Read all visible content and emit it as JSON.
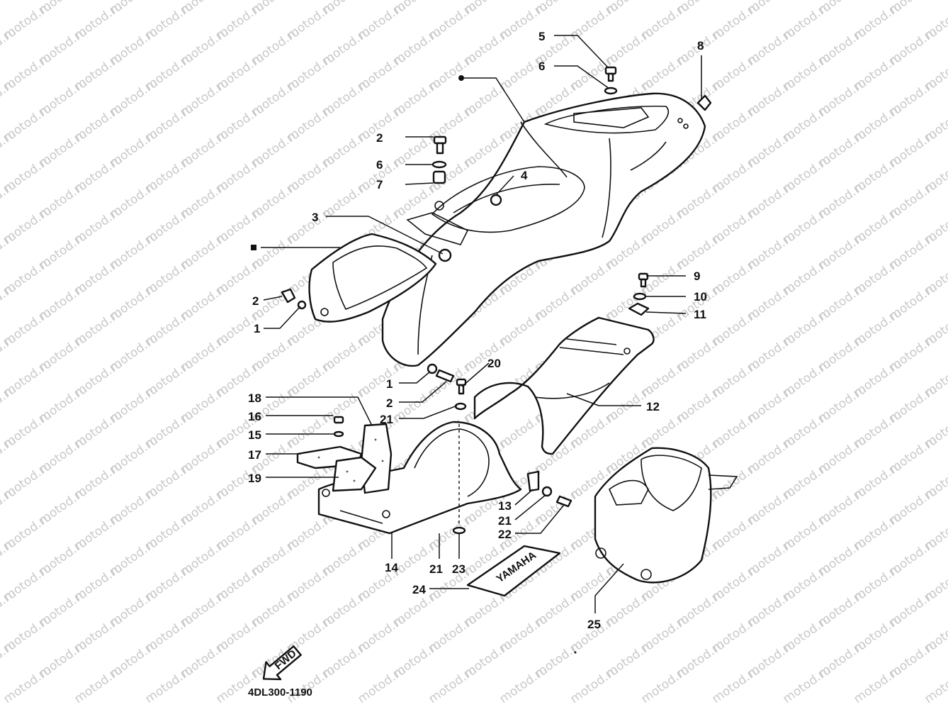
{
  "watermark": "motod.ru",
  "diagram_code": "4DL300-1190",
  "fwd_label": "FWD",
  "decal_text": "YAMAHA",
  "callouts": [
    {
      "id": "c5",
      "text": "5"
    },
    {
      "id": "c6a",
      "text": "6"
    },
    {
      "id": "c8",
      "text": "8"
    },
    {
      "id": "c2a",
      "text": "2"
    },
    {
      "id": "c6b",
      "text": "6"
    },
    {
      "id": "c7",
      "text": "7"
    },
    {
      "id": "c4",
      "text": "4"
    },
    {
      "id": "c3",
      "text": "3"
    },
    {
      "id": "c2b",
      "text": "2"
    },
    {
      "id": "c1a",
      "text": "1"
    },
    {
      "id": "c9",
      "text": "9"
    },
    {
      "id": "c10",
      "text": "10"
    },
    {
      "id": "c11",
      "text": "11"
    },
    {
      "id": "c20",
      "text": "20"
    },
    {
      "id": "c1b",
      "text": "1"
    },
    {
      "id": "c2c",
      "text": "2"
    },
    {
      "id": "c21a",
      "text": "21"
    },
    {
      "id": "c18",
      "text": "18"
    },
    {
      "id": "c16",
      "text": "16"
    },
    {
      "id": "c15",
      "text": "15"
    },
    {
      "id": "c17",
      "text": "17"
    },
    {
      "id": "c19",
      "text": "19"
    },
    {
      "id": "c12",
      "text": "12"
    },
    {
      "id": "c13",
      "text": "13"
    },
    {
      "id": "c21b",
      "text": "21"
    },
    {
      "id": "c22",
      "text": "22"
    },
    {
      "id": "c14",
      "text": "14"
    },
    {
      "id": "c21c",
      "text": "21"
    },
    {
      "id": "c23",
      "text": "23"
    },
    {
      "id": "c24",
      "text": "24"
    },
    {
      "id": "c25",
      "text": "25"
    }
  ]
}
